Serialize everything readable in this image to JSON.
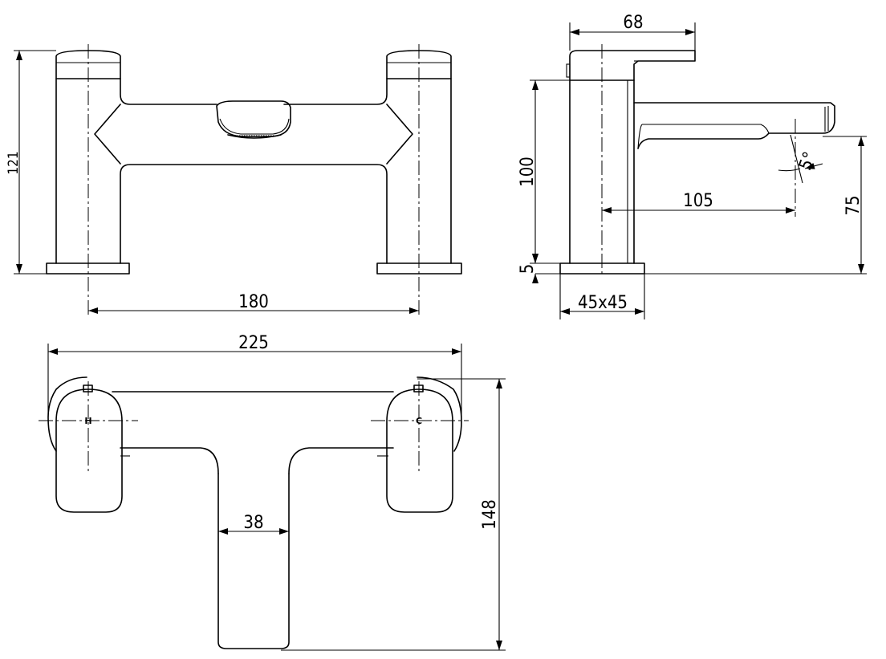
{
  "colors": {
    "line": "#000000",
    "background": "#ffffff"
  },
  "front_view": {
    "height_dim": "121",
    "centres_dim": "180"
  },
  "side_view": {
    "handle_depth_dim": "68",
    "body_height_dim": "100",
    "spout_reach_dim": "105",
    "spout_height_dim": "75",
    "base_height_dim": "5",
    "base_size_dim": "45x45",
    "spout_angle_dim": "5°"
  },
  "plan_view": {
    "overall_width_dim": "225",
    "spout_width_dim": "38",
    "overall_depth_dim": "148",
    "hot_marker": "H",
    "cold_marker": "C"
  }
}
